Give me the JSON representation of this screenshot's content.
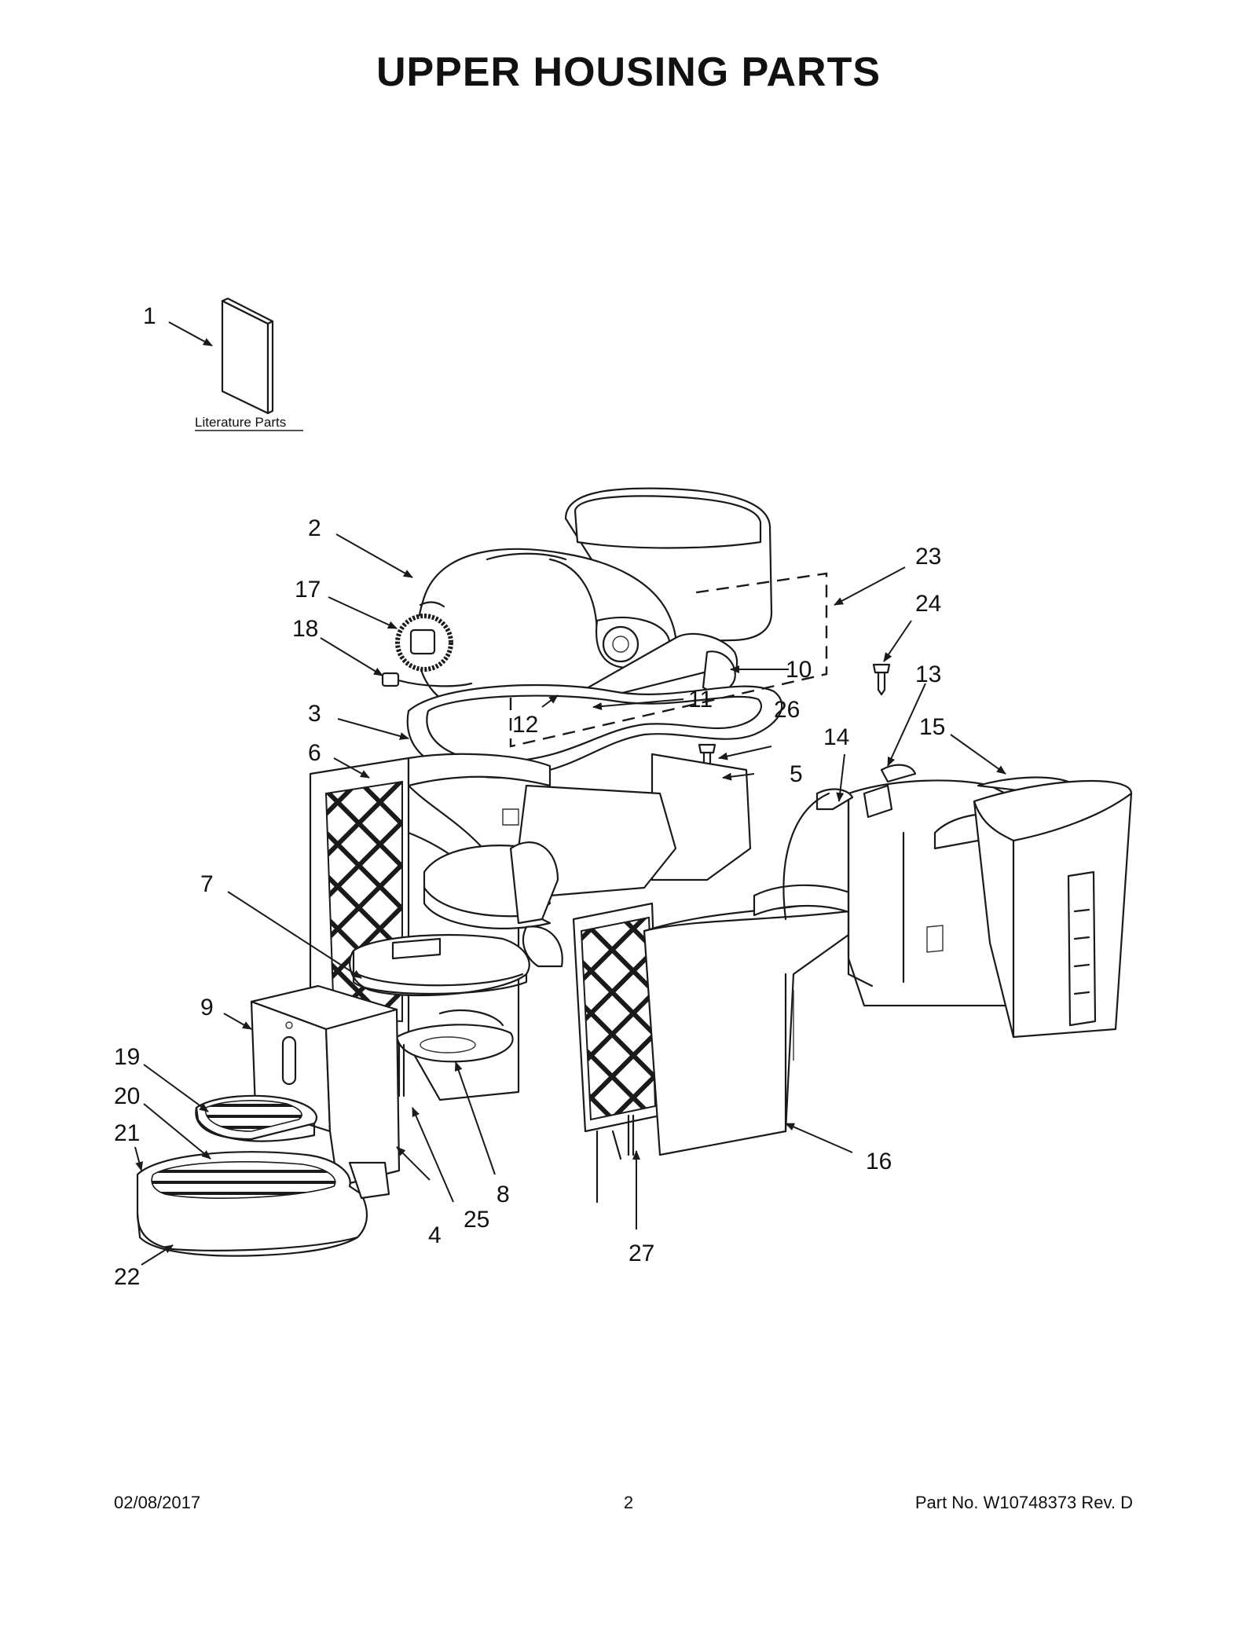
{
  "page": {
    "title": "UPPER HOUSING PARTS",
    "literature_label": "Literature Parts"
  },
  "footer": {
    "date": "02/08/2017",
    "page_number": "2",
    "part_number": "Part No.  W10748373  Rev.  D"
  },
  "callouts": [
    "1",
    "2",
    "3",
    "4",
    "5",
    "6",
    "7",
    "8",
    "9",
    "10",
    "11",
    "12",
    "13",
    "14",
    "15",
    "16",
    "17",
    "18",
    "19",
    "20",
    "21",
    "22",
    "23",
    "24",
    "25",
    "26",
    "27"
  ]
}
